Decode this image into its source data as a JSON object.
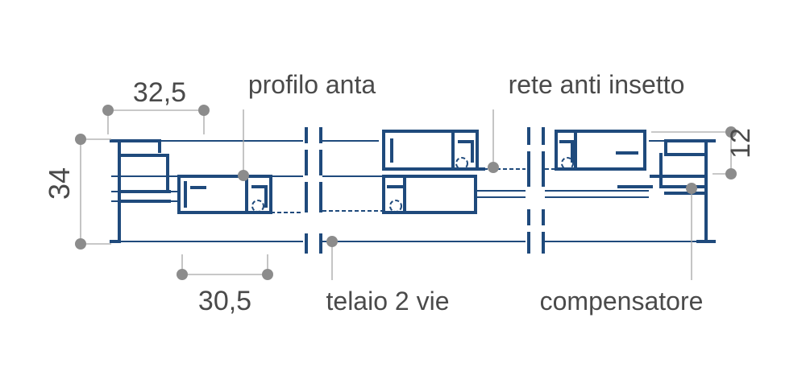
{
  "diagram": {
    "labels": {
      "dim_top_width": "32,5",
      "dim_bottom_width": "30,5",
      "dim_height": "34",
      "dim_right_height": "12",
      "profilo_anta": "profilo anta",
      "rete_anti_insetto": "rete anti insetto",
      "telaio_2_vie": "telaio 2 vie",
      "compensatore": "compensatore"
    },
    "colors": {
      "profile": "#1f4a7c",
      "leader": "#a6a6a6",
      "marker": "#8c8c8c",
      "text": "#4a4a4a"
    }
  }
}
